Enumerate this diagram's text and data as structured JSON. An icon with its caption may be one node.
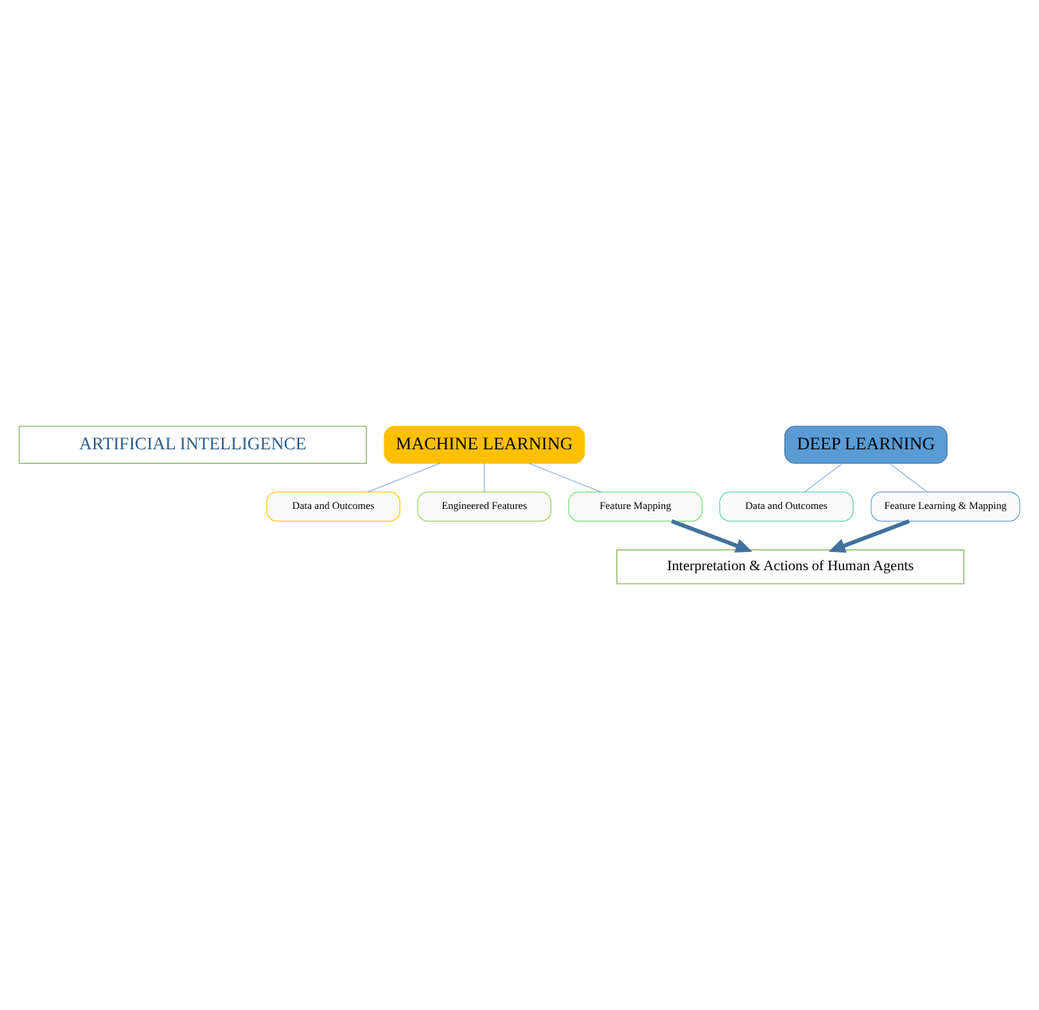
{
  "diagram": {
    "nodes": [
      {
        "text": [
          "ARTIFICIAL INTELLIGENCE"
        ]
      },
      {
        "text": [
          "MACHINE LEARNING"
        ]
      },
      {
        "text": [
          "Data and Outcomes"
        ]
      },
      {
        "text": [
          "Engineered Features"
        ]
      },
      {
        "text": [
          "Feature Mapping"
        ]
      },
      {
        "text": [
          "DEEP LEARNING"
        ]
      },
      {
        "text": [
          "Data and Outcomes"
        ]
      },
      {
        "text": [
          "Feature Learning & Mapping"
        ]
      },
      {
        "text": [
          "Interpretation & Actions of Human Agents"
        ]
      }
    ],
    "edges": [
      {
        "from": 1,
        "to": 2,
        "arrow": "none"
      },
      {
        "from": 1,
        "to": 3,
        "arrow": "none"
      },
      {
        "from": 1,
        "to": 4,
        "arrow": "none"
      },
      {
        "from": 5,
        "to": 6,
        "arrow": "none"
      },
      {
        "from": 5,
        "to": 7,
        "arrow": "none"
      },
      {
        "from": 4,
        "to": 8,
        "arrow": "to",
        "style": "thick",
        "color": "#41719c"
      },
      {
        "from": 7,
        "to": 8,
        "arrow": "to",
        "style": "thick",
        "color": "#41719c"
      }
    ]
  }
}
